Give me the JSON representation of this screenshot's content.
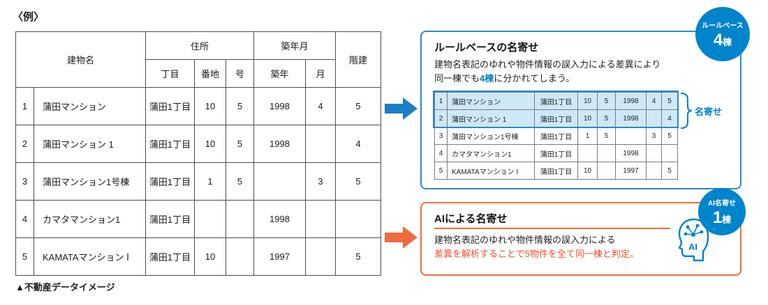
{
  "example_label": "〈例〉",
  "caption": "▲不動産データイメージ",
  "table": {
    "headers": {
      "building": "建物名",
      "address": "住所",
      "chome": "丁目",
      "banchi": "番地",
      "go": "号",
      "built": "築年月",
      "year": "築年",
      "month": "月",
      "floors": "階建"
    },
    "rows": [
      {
        "no": "1",
        "name": "蒲田マンション",
        "chome": "蒲田1丁目",
        "banchi": "10",
        "go": "5",
        "year": "1998",
        "month": "4",
        "floors": "5"
      },
      {
        "no": "2",
        "name": "蒲田マンション 1",
        "chome": "蒲田1丁目",
        "banchi": "10",
        "go": "5",
        "year": "1998",
        "month": "",
        "floors": "4"
      },
      {
        "no": "3",
        "name": "蒲田マンション1号棟",
        "chome": "蒲田1丁目",
        "banchi": "1",
        "go": "5",
        "year": "",
        "month": "3",
        "floors": "5"
      },
      {
        "no": "4",
        "name": "カマタマンション1",
        "chome": "蒲田1丁目",
        "banchi": "",
        "go": "",
        "year": "1998",
        "month": "",
        "floors": ""
      },
      {
        "no": "5",
        "name": "KAMATAマンション Ⅰ",
        "chome": "蒲田1丁目",
        "banchi": "10",
        "go": "",
        "year": "1997",
        "month": "",
        "floors": "5"
      }
    ]
  },
  "rule_based": {
    "badge": {
      "label": "ルールベース",
      "count": "4",
      "unit": "棟"
    },
    "title": "ルールベースの名寄せ",
    "desc_line1": "建物名表記のゆれや物件情報の誤入力による差異により",
    "desc_line2_pre": "同一棟でも",
    "desc_line2_highlight": "4棟",
    "desc_line2_post": "に分かれてしまう。",
    "bracket_label": "名寄せ",
    "highlighted_rows": [
      1,
      2
    ]
  },
  "ai_based": {
    "badge": {
      "label": "AI名寄せ",
      "count": "1",
      "unit": "棟"
    },
    "title": "AIによる名寄せ",
    "desc_line1": "建物名表記のゆれや物件情報の誤入力による",
    "desc_line2": "差異を解析することで5物件を全て同一棟と判定。",
    "icon_label": "AI"
  },
  "colors": {
    "blue": "#0081cc",
    "badge_blue": "#0084cb",
    "panel_border_blue": "#2e86c8",
    "highlight_light_blue": "#cde9f8",
    "orange": "#ef6b40",
    "orange_text": "#ea512e"
  }
}
